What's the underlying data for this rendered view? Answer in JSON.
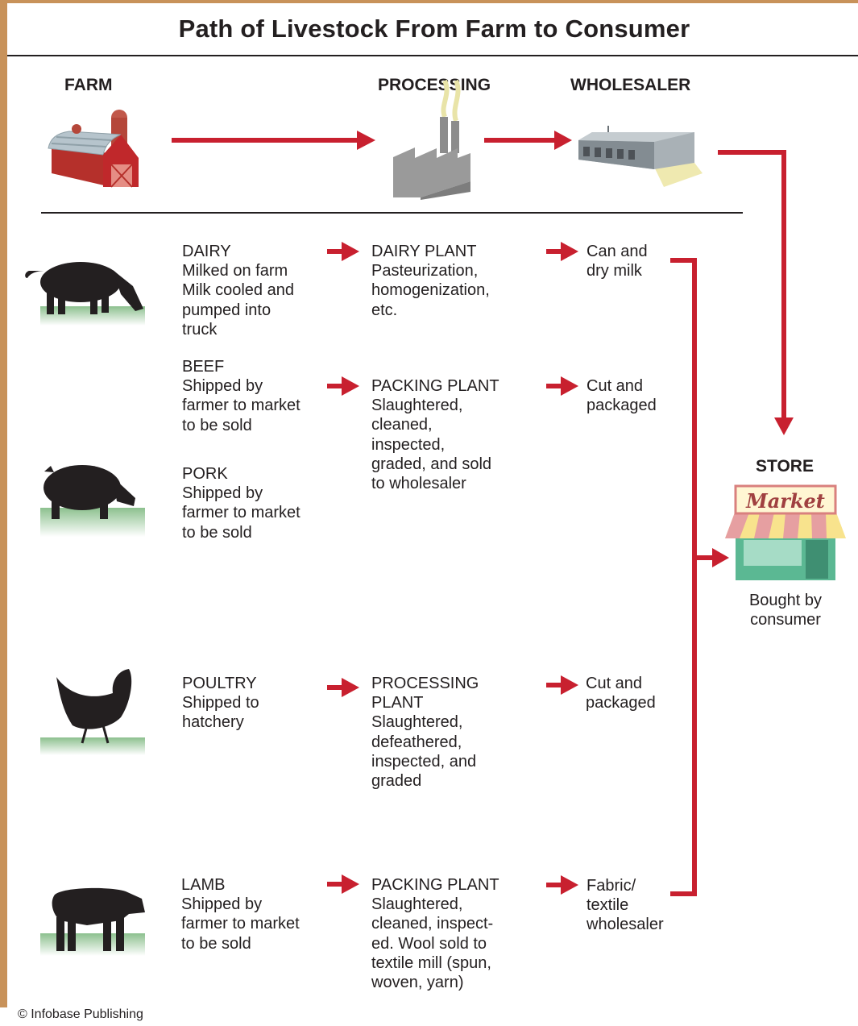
{
  "title": "Path of Livestock From Farm to Consumer",
  "headers": {
    "farm": "FARM",
    "processing": "PROCESSING",
    "wholesaler": "WHOLESALER",
    "store": "STORE"
  },
  "store": {
    "sign": "Market",
    "caption": "Bought by\nconsumer"
  },
  "rows": {
    "dairy": {
      "farm": "DAIRY\nMilked on farm\nMilk cooled and\npumped into\ntruck",
      "processing": "DAIRY PLANT\nPasteurization,\nhomogenization,\netc.",
      "wholesaler": "Can and\ndry milk"
    },
    "beef": {
      "farm": "BEEF\nShipped by\nfarmer to market\nto be sold",
      "processing": "PACKING PLANT\nSlaughtered,\ncleaned,\ninspected,\ngraded, and sold\nto wholesaler",
      "wholesaler": "Cut and\npackaged"
    },
    "pork": {
      "farm": "PORK\nShipped by\nfarmer to market\nto be sold"
    },
    "poultry": {
      "farm": "POULTRY\nShipped to\nhatchery",
      "processing": "PROCESSING\nPLANT\nSlaughtered,\ndefeathered,\ninspected, and\ngraded",
      "wholesaler": "Cut and\npackaged"
    },
    "lamb": {
      "farm": "LAMB\nShipped by\nfarmer to market\nto be sold",
      "processing": "PACKING PLANT\nSlaughtered,\ncleaned, inspect-\ned. Wool sold to\ntextile mill (spun,\nwoven, yarn)",
      "wholesaler": "Fabric/\ntextile\nwholesaler"
    }
  },
  "copyright": "© Infobase Publishing",
  "colors": {
    "frame": "#c8925a",
    "arrow": "#c8202f",
    "text": "#231f20",
    "grass": "#8cc08e"
  }
}
